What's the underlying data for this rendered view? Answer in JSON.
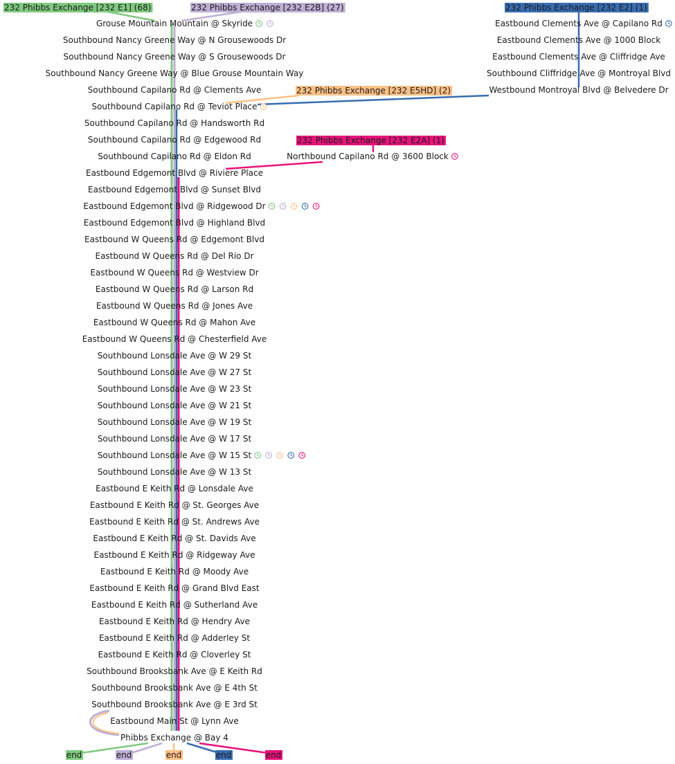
{
  "routes": [
    {
      "id": "E1",
      "label": "232 Phibbs Exchange [232 E1] (68)",
      "color": "#7fc97f",
      "text_color": "#111111"
    },
    {
      "id": "E2B",
      "label": "232 Phibbs Exchange [232 E2B] (27)",
      "color": "#beaed4",
      "text_color": "#111111"
    },
    {
      "id": "E2",
      "label": "232 Phibbs Exchange [232 E2] (1)",
      "color": "#386cb0",
      "text_color": "#111111"
    },
    {
      "id": "E5HD",
      "label": "232 Phibbs Exchange [232 E5HD] (2)",
      "color": "#fdc086",
      "text_color": "#111111"
    },
    {
      "id": "E2A",
      "label": "232 Phibbs Exchange [232 E2A] (1)",
      "color": "#e7127a",
      "text_color": "#111111"
    }
  ],
  "main_stops": [
    {
      "name": "Grouse Mountain Mountain @ Skyride",
      "timepoints": [
        "E1",
        "E2B"
      ]
    },
    {
      "name": "Southbound Nancy Greene Way @ N Grousewoods Dr"
    },
    {
      "name": "Southbound Nancy Greene Way @ S Grousewoods Dr"
    },
    {
      "name": "Southbound Nancy Greene Way @ Blue Grouse Mountain Way"
    },
    {
      "name": "Southbound Capilano Rd @ Clements Ave"
    },
    {
      "name": "Southbound Capilano Rd @ Teviot Place",
      "timepoints": [
        "E5HD"
      ]
    },
    {
      "name": "Southbound Capilano Rd @ Handsworth Rd"
    },
    {
      "name": "Southbound Capilano Rd @ Edgewood Rd"
    },
    {
      "name": "Southbound Capilano Rd @ Eldon Rd"
    },
    {
      "name": "Eastbound Edgemont Blvd @ Riviere Place"
    },
    {
      "name": "Eastbound Edgemont Blvd @ Sunset Blvd"
    },
    {
      "name": "Eastbound Edgemont Blvd @ Ridgewood Dr",
      "timepoints": [
        "E1",
        "E2B",
        "E5HD",
        "E2",
        "E2A"
      ]
    },
    {
      "name": "Eastbound Edgemont Blvd @ Highland Blvd"
    },
    {
      "name": "Eastbound W Queens Rd @ Edgemont Blvd"
    },
    {
      "name": "Eastbound W Queens Rd @ Del Rio Dr"
    },
    {
      "name": "Eastbound W Queens Rd @ Westview Dr"
    },
    {
      "name": "Eastbound W Queens Rd @ Larson Rd"
    },
    {
      "name": "Eastbound W Queens Rd @ Jones Ave"
    },
    {
      "name": "Eastbound W Queens Rd @ Mahon Ave"
    },
    {
      "name": "Eastbound W Queens Rd @ Chesterfield Ave"
    },
    {
      "name": "Southbound Lonsdale Ave @ W 29 St"
    },
    {
      "name": "Southbound Lonsdale Ave @ W 27 St"
    },
    {
      "name": "Southbound Lonsdale Ave @ W 23 St"
    },
    {
      "name": "Southbound Lonsdale Ave @ W 21 St"
    },
    {
      "name": "Southbound Lonsdale Ave @ W 19 St"
    },
    {
      "name": "Southbound Lonsdale Ave @ W 17 St"
    },
    {
      "name": "Southbound Lonsdale Ave @ W 15 St",
      "timepoints": [
        "E1",
        "E2B",
        "E5HD",
        "E2",
        "E2A"
      ]
    },
    {
      "name": "Southbound Lonsdale Ave @ W 13 St"
    },
    {
      "name": "Eastbound E Keith Rd @ Lonsdale Ave"
    },
    {
      "name": "Eastbound E Keith Rd @ St. Georges Ave"
    },
    {
      "name": "Eastbound E Keith Rd @ St. Andrews Ave"
    },
    {
      "name": "Eastbound E Keith Rd @ St. Davids Ave"
    },
    {
      "name": "Eastbound E Keith Rd @ Ridgeway Ave"
    },
    {
      "name": "Eastbound E Keith Rd @ Moody Ave"
    },
    {
      "name": "Eastbound E Keith Rd @ Grand Blvd East"
    },
    {
      "name": "Eastbound E Keith Rd @ Sutherland Ave"
    },
    {
      "name": "Eastbound E Keith Rd @ Hendry Ave"
    },
    {
      "name": "Eastbound E Keith Rd @ Adderley St"
    },
    {
      "name": "Eastbound E Keith Rd @ Cloverley St"
    },
    {
      "name": "Southbound Brooksbank Ave @ E Keith Rd"
    },
    {
      "name": "Southbound Brooksbank Ave @ E 4th St"
    },
    {
      "name": "Southbound Brooksbank Ave @ E 3rd St"
    },
    {
      "name": "Eastbound Main St @ Lynn Ave"
    },
    {
      "name": "Phibbs Exchange @ Bay 4"
    }
  ],
  "branch_e2_stops": [
    {
      "name": "Eastbound Clements Ave @ Capilano Rd",
      "timepoints": [
        "E2"
      ]
    },
    {
      "name": "Eastbound Clements Ave @ 1000 Block"
    },
    {
      "name": "Eastbound Clements Ave @ Cliffridge Ave"
    },
    {
      "name": "Southbound Cliffridge Ave @ Montroyal Blvd"
    },
    {
      "name": "Westbound Montroyal Blvd @ Belvedere Dr"
    }
  ],
  "branch_e2a_stops": [
    {
      "name": "Northbound Capilano Rd @ 3600 Block",
      "timepoints": [
        "E2A"
      ]
    }
  ],
  "end_label": "end",
  "timepoint_icon": "clock-icon"
}
